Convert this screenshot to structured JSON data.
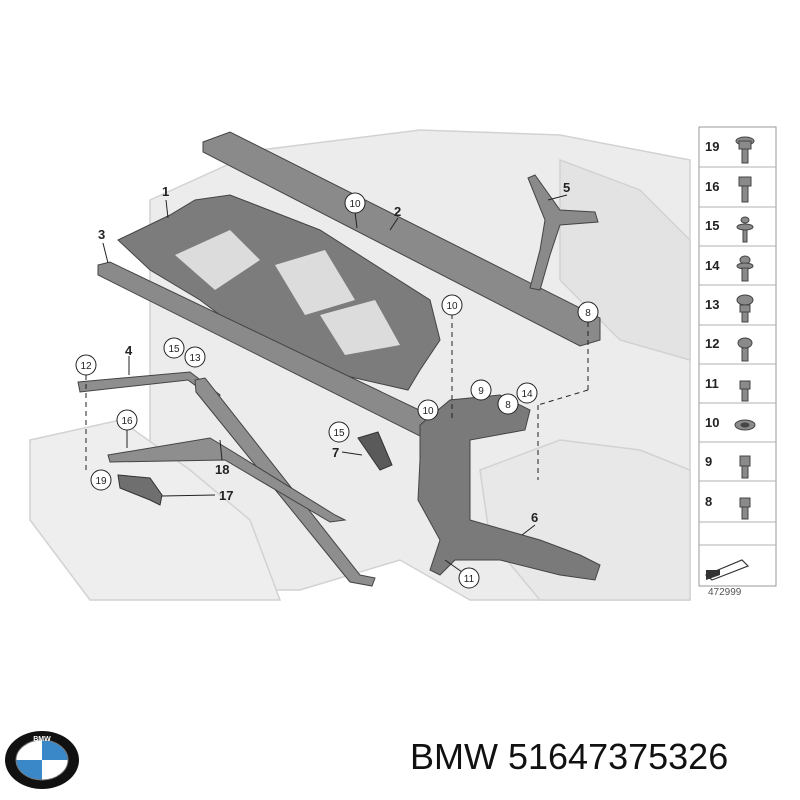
{
  "diagram": {
    "callouts": [
      "1",
      "2",
      "3",
      "4",
      "5",
      "6",
      "7",
      "8",
      "9",
      "10",
      "11",
      "12",
      "13",
      "14",
      "15",
      "16",
      "17",
      "18",
      "19"
    ],
    "circled": {
      "c10a": "10",
      "c10b": "10",
      "c10c": "10",
      "c8a": "8",
      "c8b": "8",
      "c9": "9",
      "c14": "14",
      "c12": "12",
      "c15a": "15",
      "c15b": "15",
      "c13": "13",
      "c16": "16",
      "c19": "19",
      "c11": "11"
    },
    "legend": [
      "19",
      "16",
      "15",
      "14",
      "13",
      "12",
      "11",
      "10",
      "9",
      "8"
    ],
    "reference_number": "472999"
  },
  "brand": {
    "label": "BMW 51647375326",
    "logo_text": "BMW"
  },
  "colors": {
    "part_fill": "#7b7b7b",
    "part_dark": "#4d4d4d",
    "background_body": "#e6e6e6",
    "legend_border": "#9a9a9a",
    "bmw_blue": "#3a88c8"
  }
}
